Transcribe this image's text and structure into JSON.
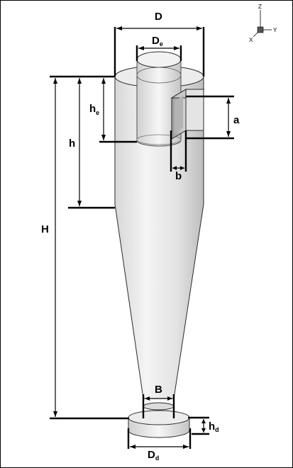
{
  "labels": {
    "D": "D",
    "De_main": "D",
    "De_sub": "e",
    "he_main": "h",
    "he_sub": "e",
    "h": "h",
    "H": "H",
    "a": "a",
    "b": "b",
    "B": "B",
    "hd_main": "h",
    "hd_sub": "d",
    "Dd_main": "D",
    "Dd_sub": "d"
  },
  "axes": {
    "z": "Z",
    "x": "X",
    "y": "Y"
  }
}
